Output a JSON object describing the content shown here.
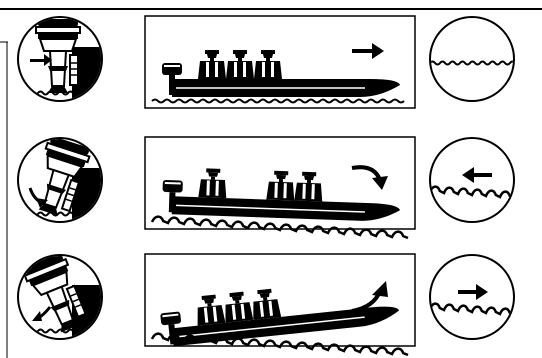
{
  "figure": {
    "rows": [
      {
        "trim": "neutral",
        "boat_attitude": "level",
        "water": "calm",
        "boat_arrow": "right",
        "water_arrow": "none"
      },
      {
        "trim": "trimmed-in",
        "boat_attitude": "bow-down",
        "water": "choppy",
        "boat_arrow": "curve-down",
        "water_arrow": "left"
      },
      {
        "trim": "trimmed-out",
        "boat_attitude": "bow-up",
        "water": "choppy",
        "boat_arrow": "curve-up",
        "water_arrow": "right"
      }
    ],
    "icons": [
      "outboard-engine-icon",
      "inflatable-boat-icon",
      "passenger-icon",
      "direction-arrow-icon",
      "wave-icon"
    ]
  }
}
